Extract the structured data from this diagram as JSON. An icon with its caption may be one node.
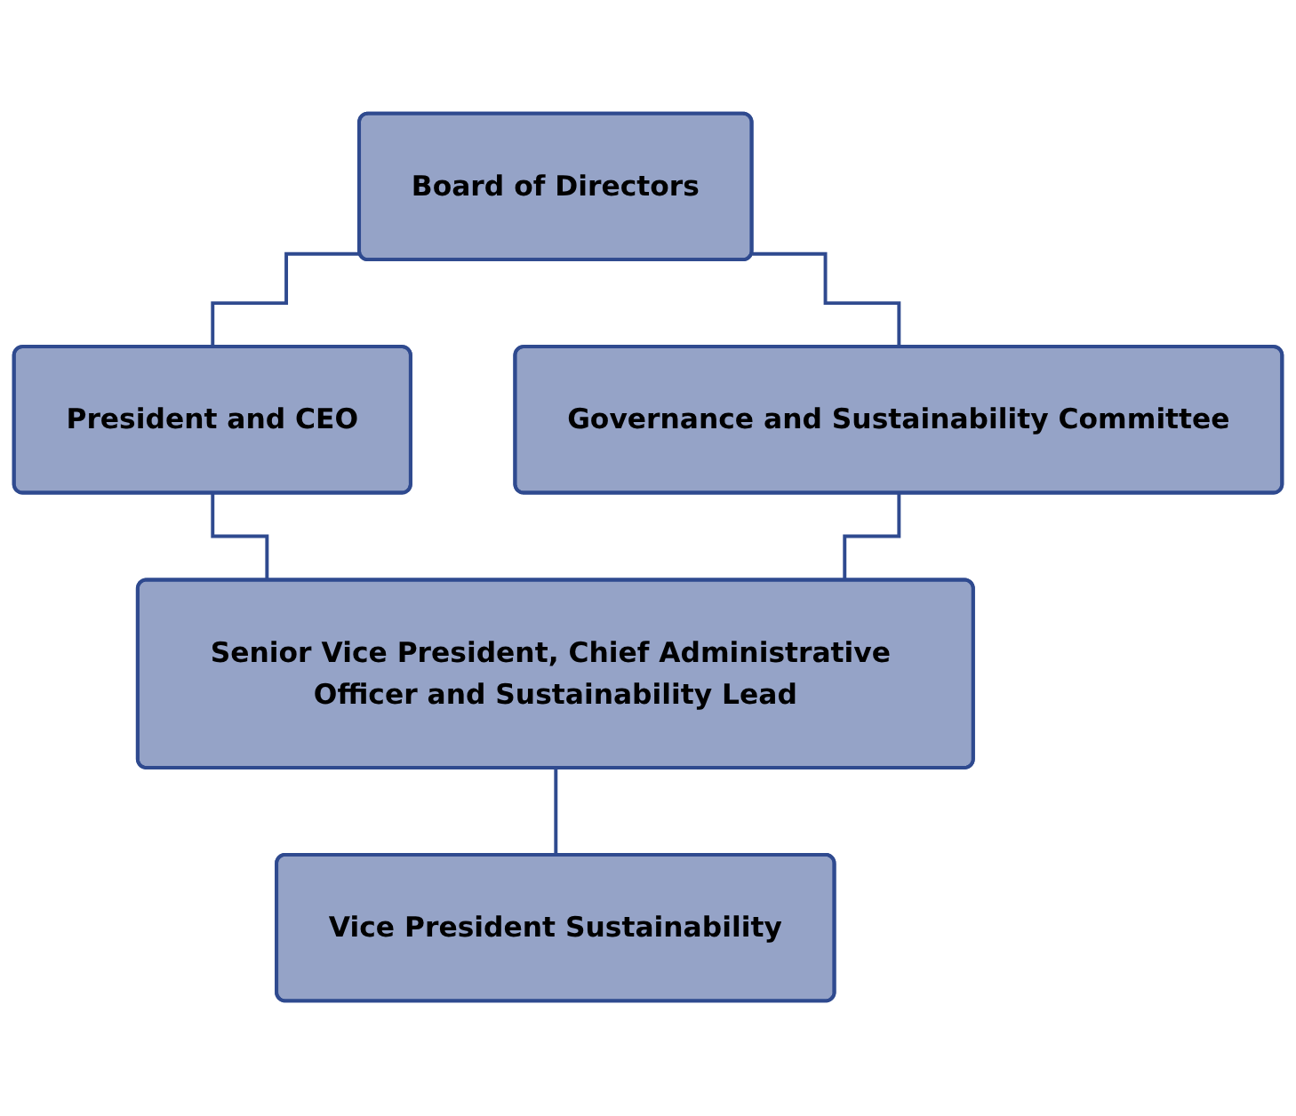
{
  "diagram": {
    "nodes": [
      {
        "text": [
          "Board of Directors"
        ]
      },
      {
        "text": [
          "President and CEO"
        ]
      },
      {
        "text": [
          "Governance and Sustainability Committee"
        ]
      },
      {
        "text": [
          "Senior Vice President, Chief Administrative Officer and Sustainability Lead"
        ]
      },
      {
        "text": [
          "Vice President Sustainability"
        ]
      }
    ],
    "edges": [
      {
        "from": 0,
        "to": 1,
        "arrow": "none"
      },
      {
        "from": 0,
        "to": 2,
        "arrow": "none"
      },
      {
        "from": 1,
        "to": 3,
        "arrow": "none"
      },
      {
        "from": 2,
        "to": 3,
        "arrow": "none"
      },
      {
        "from": 3,
        "to": 4,
        "arrow": "none"
      }
    ]
  }
}
